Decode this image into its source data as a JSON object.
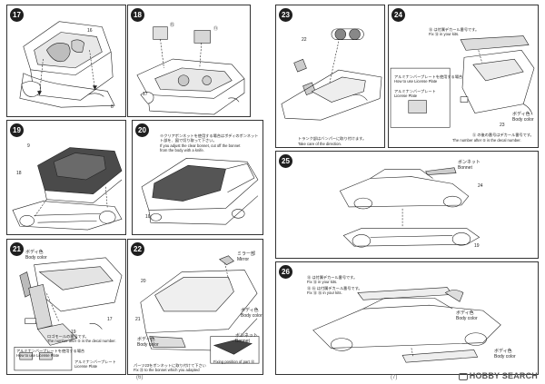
{
  "panels": {
    "p17": {
      "number": "17",
      "labels": [
        "16",
        "8"
      ]
    },
    "p18": {
      "number": "18",
      "labels": [
        "⑮",
        "⑪",
        "17"
      ]
    },
    "p19": {
      "number": "19",
      "labels": [
        "9",
        "18"
      ]
    },
    "p20": {
      "number": "20",
      "text": [
        "※クリアボンネットを使用する場合はボディのボンネット",
        "ト部を、図で切り取って下さい。",
        "If you adjust the clear bonnet, cut off the bonnet",
        "from the body with a knife."
      ],
      "labels": [
        "10"
      ]
    },
    "p21": {
      "number": "21",
      "labels": [
        "ボディ色",
        "Body color",
        "17",
        "19"
      ],
      "text": [
        "ロゴモールの番号です。",
        "The number after ⑤ is the decal number.",
        "アルミナンバープレートを使用する場合",
        "How to use License Plate",
        "アルミナンバープレート",
        "License Plate"
      ]
    },
    "p22": {
      "number": "22",
      "labels": [
        "ミラー部",
        "Mirror",
        "ボディ色",
        "Body color",
        "ボディ色",
        "Body color",
        "20",
        "21",
        "ボンネット",
        "Bonnet"
      ],
      "text": [
        "パーツ23をボンネットに取り付けて下さい",
        "Fix ㉓ to the bonnet which you adapted",
        "Fixing position of part ⑬"
      ]
    },
    "p23": {
      "number": "23",
      "labels": [
        "22"
      ],
      "text": [
        "トランク部はバンパーに取り付けます。",
        "Take care of the direction."
      ]
    },
    "p24": {
      "number": "24",
      "labels": [
        "ボディ色",
        "Body color",
        "23"
      ],
      "text": [
        "⑮ は付属デカール番号です。",
        "Fix ⑮ in your kits.",
        "アルミナンバープレートを使用する場合",
        "How to use License Plate",
        "アルミナンバープレート",
        "License Plate",
        "⑤ の後の番号はデカール番号です。",
        "The number after ⑤ is the decal number."
      ]
    },
    "p25": {
      "number": "25",
      "labels": [
        "ボンネット",
        "Bonnet",
        "24",
        "19"
      ]
    },
    "p26": {
      "number": "26",
      "labels": [
        "ボディ色",
        "Body color",
        "ボディ色",
        "Body color"
      ],
      "text": [
        "⑮ は付属デカール番号です。",
        "Fix ⑮ in your kits.",
        "⑮ ⑯ は付属デカール番号です。",
        "Fix ⑮ ⑯ in your kits."
      ]
    }
  },
  "watermark": "HOBBY SEARCH",
  "page_marks": {
    "left": "(6)",
    "right": "(7)"
  }
}
